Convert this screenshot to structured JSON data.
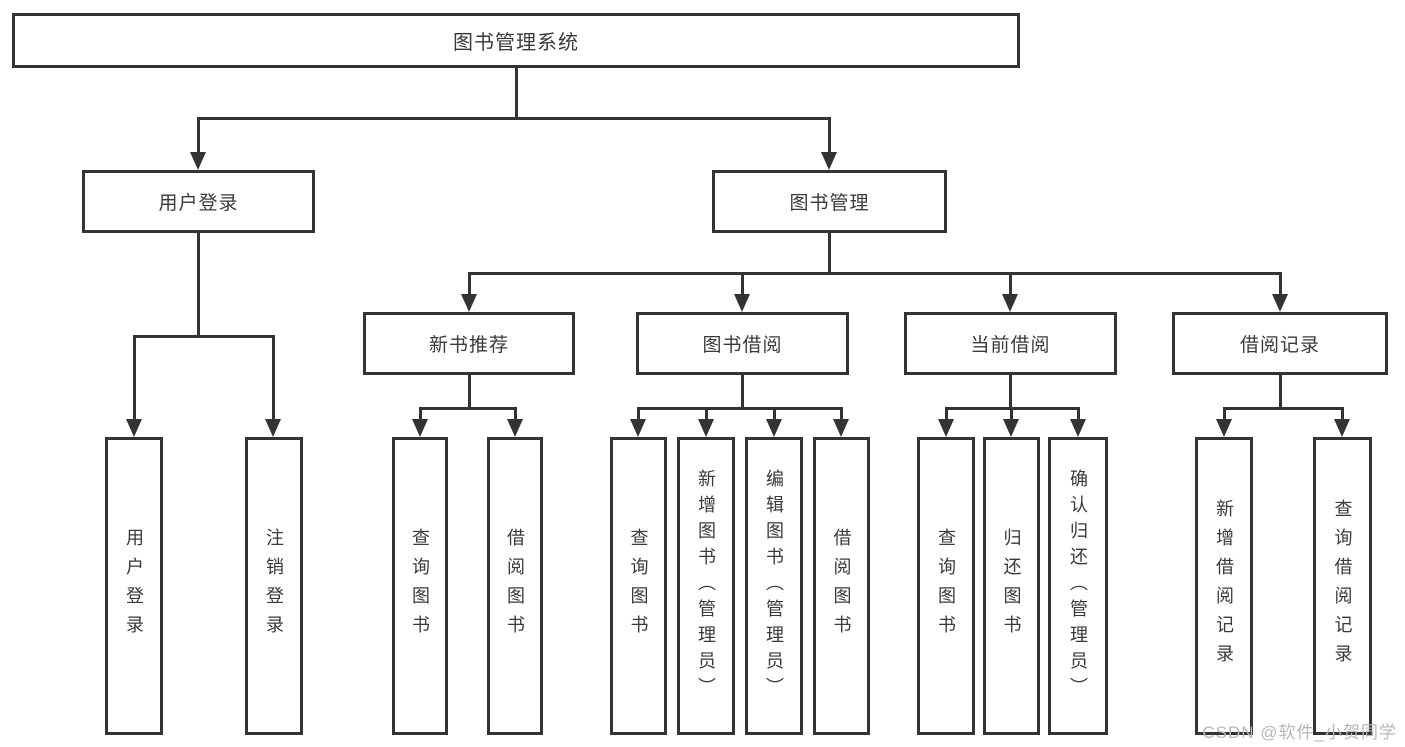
{
  "colors": {
    "line": "#333333",
    "box_border": "#333333",
    "box_background": "#ffffff",
    "text": "#3a3a3a",
    "watermark": "#b9b6b5",
    "page_background": "#ffffff"
  },
  "watermark": {
    "text": "CSDN @软件_小贺同学"
  },
  "tree": {
    "root": {
      "label": "图书管理系统"
    },
    "level2": [
      {
        "label": "用户登录"
      },
      {
        "label": "图书管理"
      }
    ],
    "level3": [
      {
        "label": "新书推荐",
        "parent": "图书管理"
      },
      {
        "label": "图书借阅",
        "parent": "图书管理"
      },
      {
        "label": "当前借阅",
        "parent": "图书管理"
      },
      {
        "label": "借阅记录",
        "parent": "图书管理"
      }
    ],
    "leaves": [
      {
        "label": "用户登录",
        "parent": "用户登录"
      },
      {
        "label": "注销登录",
        "parent": "用户登录"
      },
      {
        "label": "查询图书",
        "parent": "新书推荐"
      },
      {
        "label": "借阅图书",
        "parent": "新书推荐"
      },
      {
        "label": "查询图书",
        "parent": "图书借阅"
      },
      {
        "label": "新增图书（管理员）",
        "parent": "图书借阅"
      },
      {
        "label": "编辑图书（管理员）",
        "parent": "图书借阅"
      },
      {
        "label": "借阅图书",
        "parent": "图书借阅"
      },
      {
        "label": "查询图书",
        "parent": "当前借阅"
      },
      {
        "label": "归还图书",
        "parent": "当前借阅"
      },
      {
        "label": "确认归还（管理员）",
        "parent": "当前借阅"
      },
      {
        "label": "新增借阅记录",
        "parent": "借阅记录"
      },
      {
        "label": "查询借阅记录",
        "parent": "借阅记录"
      }
    ]
  }
}
